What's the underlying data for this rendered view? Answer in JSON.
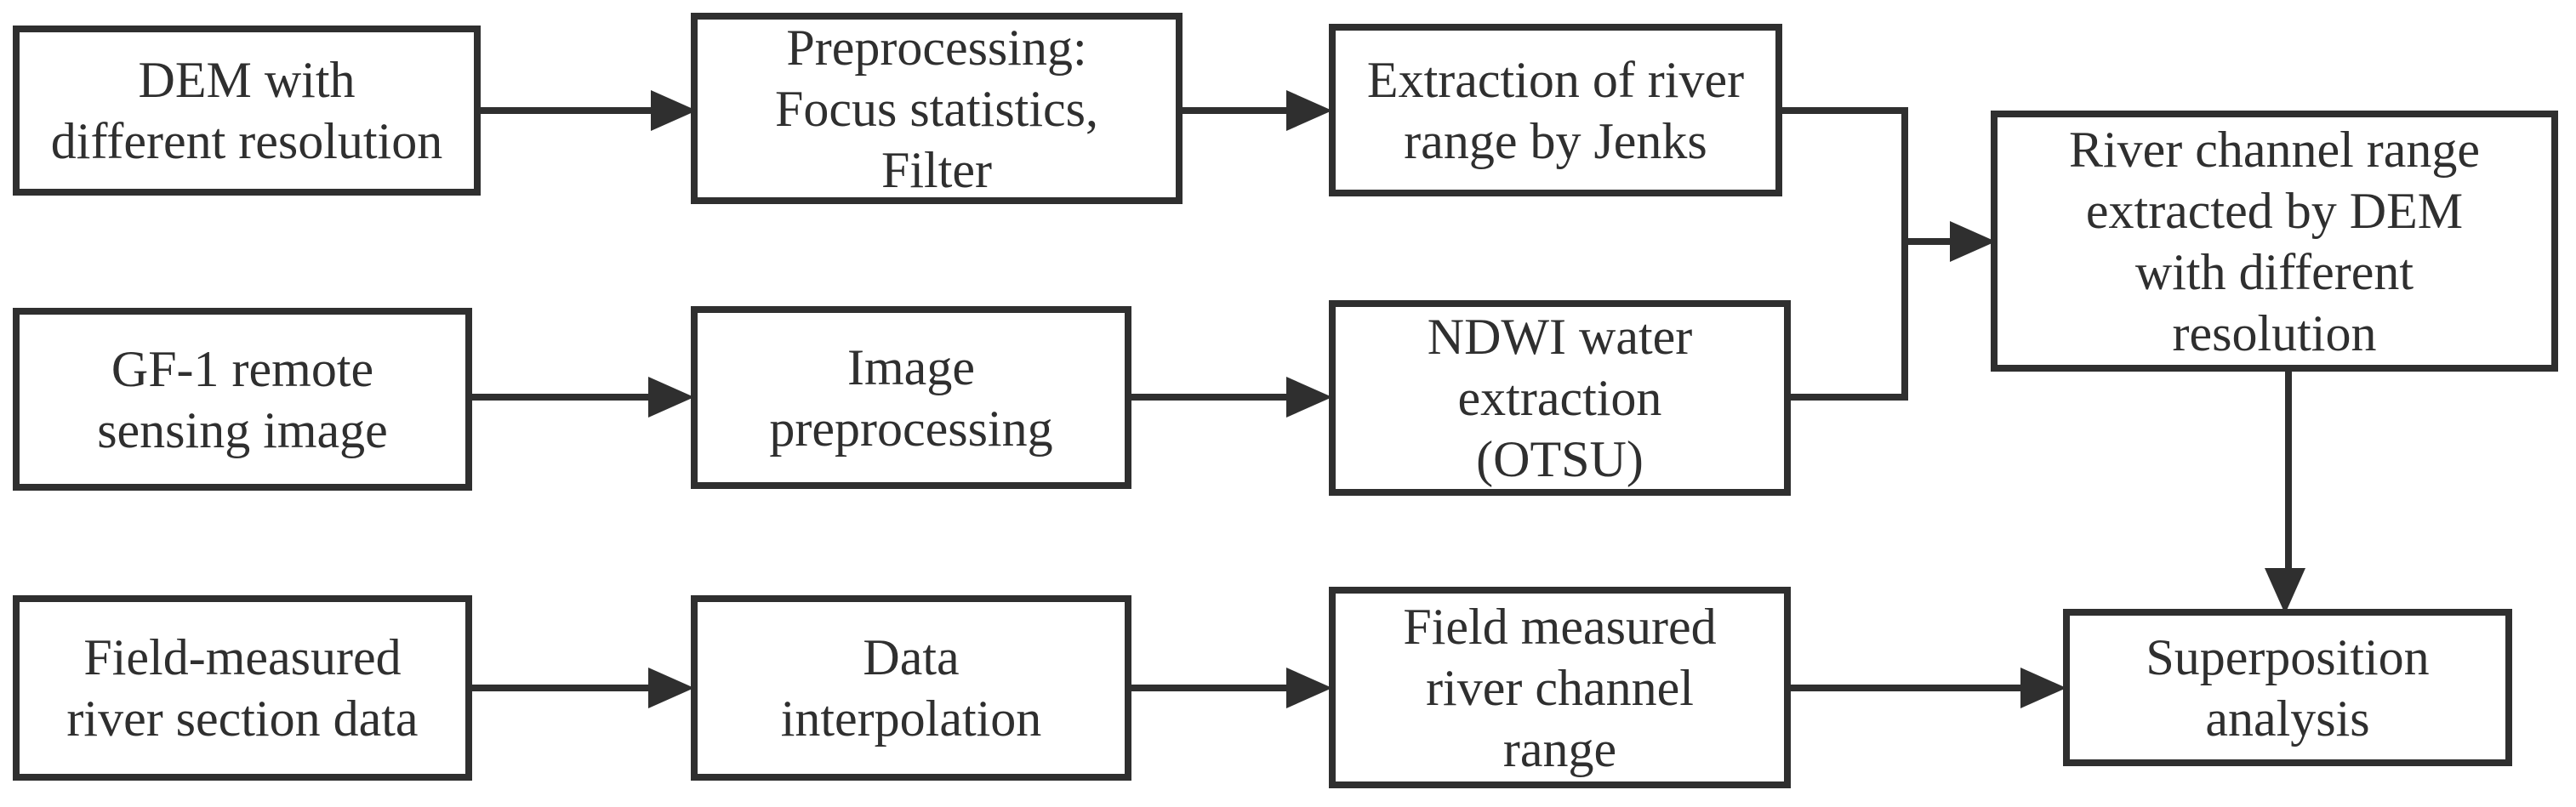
{
  "figure": {
    "type": "flowchart",
    "colors": {
      "ink": "#2f2f2f",
      "background": "#ffffff"
    },
    "nodes": {
      "dem": {
        "label": "DEM with\ndifferent resolution"
      },
      "preprocessing": {
        "label": "Preprocessing:\nFocus statistics,\nFilter"
      },
      "jenks": {
        "label": "Extraction of river\nrange by Jenks"
      },
      "river_dem": {
        "label": "River channel range\nextracted by DEM\nwith different\nresolution"
      },
      "gf1": {
        "label": "GF-1 remote\nsensing image"
      },
      "image_preprocessing": {
        "label": "Image\npreprocessing"
      },
      "ndwi": {
        "label": "NDWI water\nextraction\n(OTSU)"
      },
      "field_section": {
        "label": "Field-measured\nriver section data"
      },
      "interpolation": {
        "label": "Data\ninterpolation"
      },
      "field_range": {
        "label": "Field measured\nriver channel\nrange"
      },
      "superposition": {
        "label": "Superposition\nanalysis"
      }
    },
    "edges": [
      {
        "from": "dem",
        "to": "preprocessing"
      },
      {
        "from": "preprocessing",
        "to": "jenks"
      },
      {
        "from": "jenks",
        "to": "river_dem"
      },
      {
        "from": "gf1",
        "to": "image_preprocessing"
      },
      {
        "from": "image_preprocessing",
        "to": "ndwi"
      },
      {
        "from": "ndwi",
        "to": "river_dem"
      },
      {
        "from": "river_dem",
        "to": "superposition"
      },
      {
        "from": "field_section",
        "to": "interpolation"
      },
      {
        "from": "interpolation",
        "to": "field_range"
      },
      {
        "from": "field_range",
        "to": "superposition"
      }
    ]
  }
}
